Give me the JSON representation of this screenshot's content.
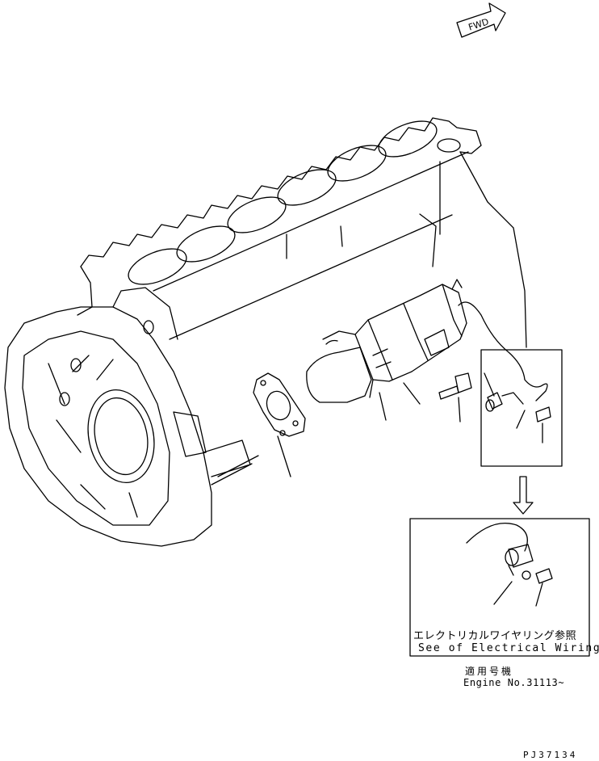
{
  "fwd_label": "FWD",
  "detail_reference_jp": "エレクトリカルワイヤリング参照",
  "detail_reference_en": "See of Electrical Wiring",
  "applicability_jp": "適用号機",
  "applicability_en": "Engine No.31113~",
  "drawing_number": "PJ37134",
  "colors": {
    "line": "#000000",
    "background": "#ffffff"
  }
}
